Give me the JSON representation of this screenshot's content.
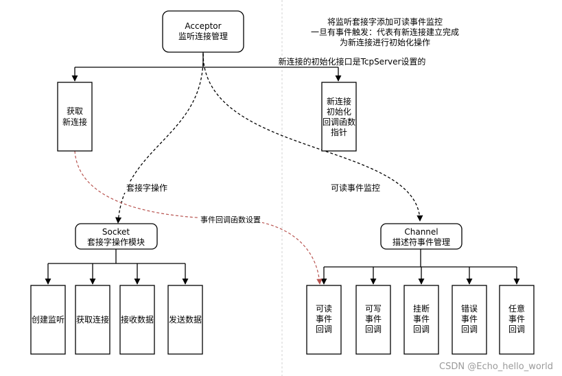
{
  "nodes": {
    "acceptor": [
      "Acceptor",
      "监听连接管理"
    ],
    "get_conn": [
      "获取",
      "新连接"
    ],
    "init_cb": [
      "新连接",
      "初始化",
      "回调函数",
      "指针"
    ],
    "socket": [
      "Socket",
      "套接字操作模块"
    ],
    "channel": [
      "Channel",
      "描述符事件管理"
    ],
    "create_listen": [
      "创建监听"
    ],
    "get_link": [
      "获取连接"
    ],
    "recv_data": [
      "接收数据"
    ],
    "send_data": [
      "发送数据"
    ],
    "cb_read": [
      "可读",
      "事件",
      "回调"
    ],
    "cb_write": [
      "可写",
      "事件",
      "回调"
    ],
    "cb_hangup": [
      "挂断",
      "事件",
      "回调"
    ],
    "cb_error": [
      "错误",
      "事件",
      "回调"
    ],
    "cb_any": [
      "任意",
      "事件",
      "回调"
    ]
  },
  "labels": {
    "note": [
      "将监听套接字添加可读事件监控",
      "一旦有事件触发：代表有新连接建立完成",
      "为新连接进行初始化操作"
    ],
    "init_note": "新连接的初始化接口是TcpServer设置的",
    "socket_op": "套接字操作",
    "readable_watch": "可读事件监控",
    "cb_setup": "事件回调函数设置"
  },
  "watermark": "CSDN @Echo_hello_world"
}
